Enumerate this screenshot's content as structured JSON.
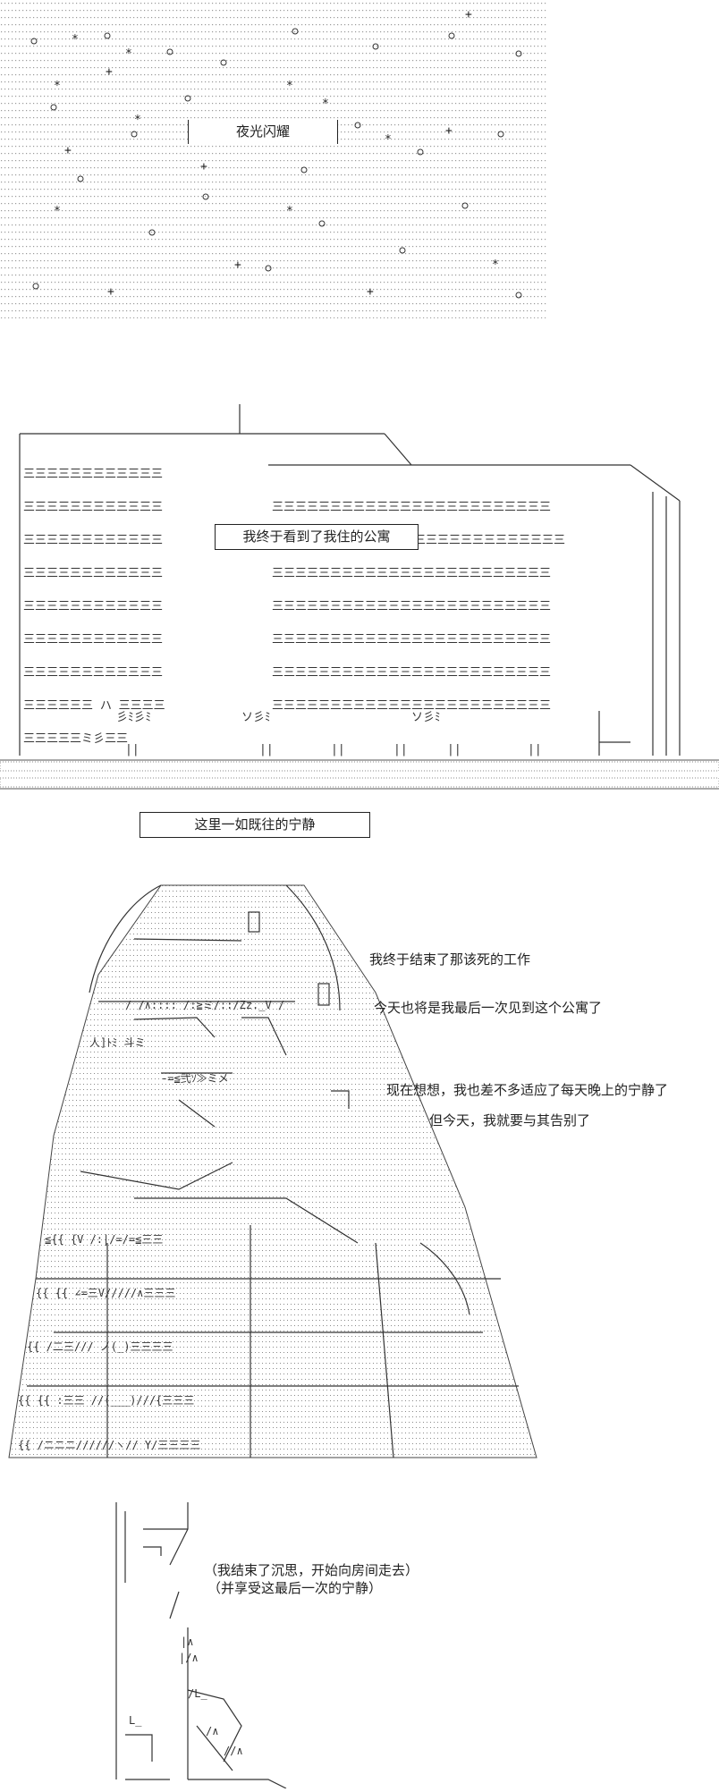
{
  "panel1": {
    "title": "夜光闪耀"
  },
  "panel2": {
    "title": "我终于看到了我住的公寓"
  },
  "panel3": {
    "title": "这里一如既往的宁静",
    "lines": [
      "我终于结束了那该死的工作",
      "今天也将是我最后一次见到这个公寓了",
      "现在想想，我也差不多适应了每天晚上的宁静了",
      "但今天，我就要与其告别了"
    ]
  },
  "panel4": {
    "lines": [
      "（我结束了沉思，开始向房间走去）",
      "（并享受这最后一次的宁静）"
    ]
  }
}
